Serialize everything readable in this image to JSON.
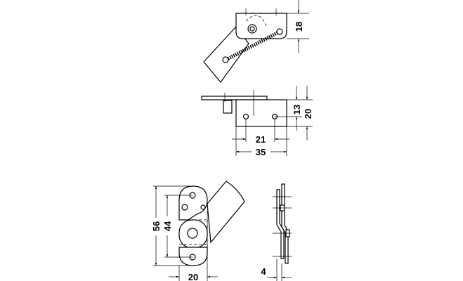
{
  "title": "Hinge technical drawing",
  "top_view": {
    "dim_height": "18"
  },
  "front_view": {
    "dim_inner_height": "13",
    "dim_total_height": "20",
    "dim_hole_spacing": "21",
    "dim_width": "35"
  },
  "plan_view": {
    "dim_total_length": "56",
    "dim_hole_spacing": "44",
    "dim_width": "20"
  },
  "side_view": {
    "dim_thickness": "4"
  }
}
